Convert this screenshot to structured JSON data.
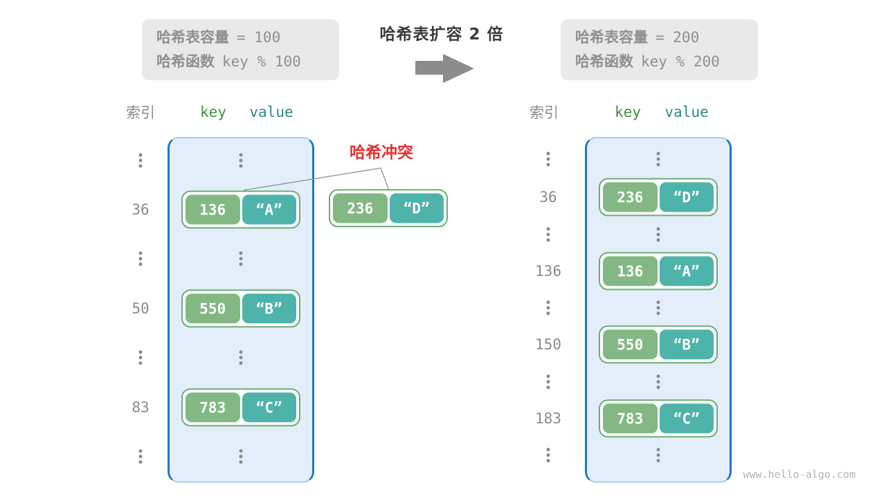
{
  "colors": {
    "accent-blue": "#1d78c2",
    "table-bg": "#e3eefa",
    "table-edge-light": "#aacdea",
    "pair-border": "#6bac70",
    "key-green": "#83b884",
    "value-teal": "#4eb4ab",
    "key-text-green": "#3f9142",
    "value-text-teal": "#2e8a84",
    "text-gray": "#8a8a8a",
    "info-bg": "#e9e9e9",
    "info-text": "#8f8f8f",
    "title-dark": "#3b3b3b",
    "collision-red": "#e53030",
    "arrow-gray": "#8c8c8c",
    "connector-gray": "#8f8f8f",
    "watermark-gray": "#b3b3b3"
  },
  "info_left": {
    "cap_label": "哈希表容量",
    "cap_code": "= 100",
    "fn_label": "哈希函数",
    "fn_code": "key % 100"
  },
  "info_right": {
    "cap_label": "哈希表容量",
    "cap_code": "= 200",
    "fn_label": "哈希函数",
    "fn_code": "key % 200"
  },
  "expansion": {
    "title": "哈希表扩容 2 倍"
  },
  "collision": {
    "label": "哈希冲突"
  },
  "header": {
    "index": "索引",
    "key": "key",
    "value": "value"
  },
  "left_table": {
    "indices": [
      "36",
      "50",
      "83"
    ],
    "pairs": [
      {
        "key": "136",
        "value": "“A”"
      },
      {
        "key": "550",
        "value": "“B”"
      },
      {
        "key": "783",
        "value": "“C”"
      }
    ]
  },
  "right_table": {
    "indices": [
      "36",
      "136",
      "150",
      "183"
    ],
    "pairs": [
      {
        "key": "236",
        "value": "“D”"
      },
      {
        "key": "136",
        "value": "“A”"
      },
      {
        "key": "550",
        "value": "“B”"
      },
      {
        "key": "783",
        "value": "“C”"
      }
    ]
  },
  "external_pair": {
    "key": "236",
    "value": "“D”"
  },
  "watermark": "www.hello-algo.com"
}
